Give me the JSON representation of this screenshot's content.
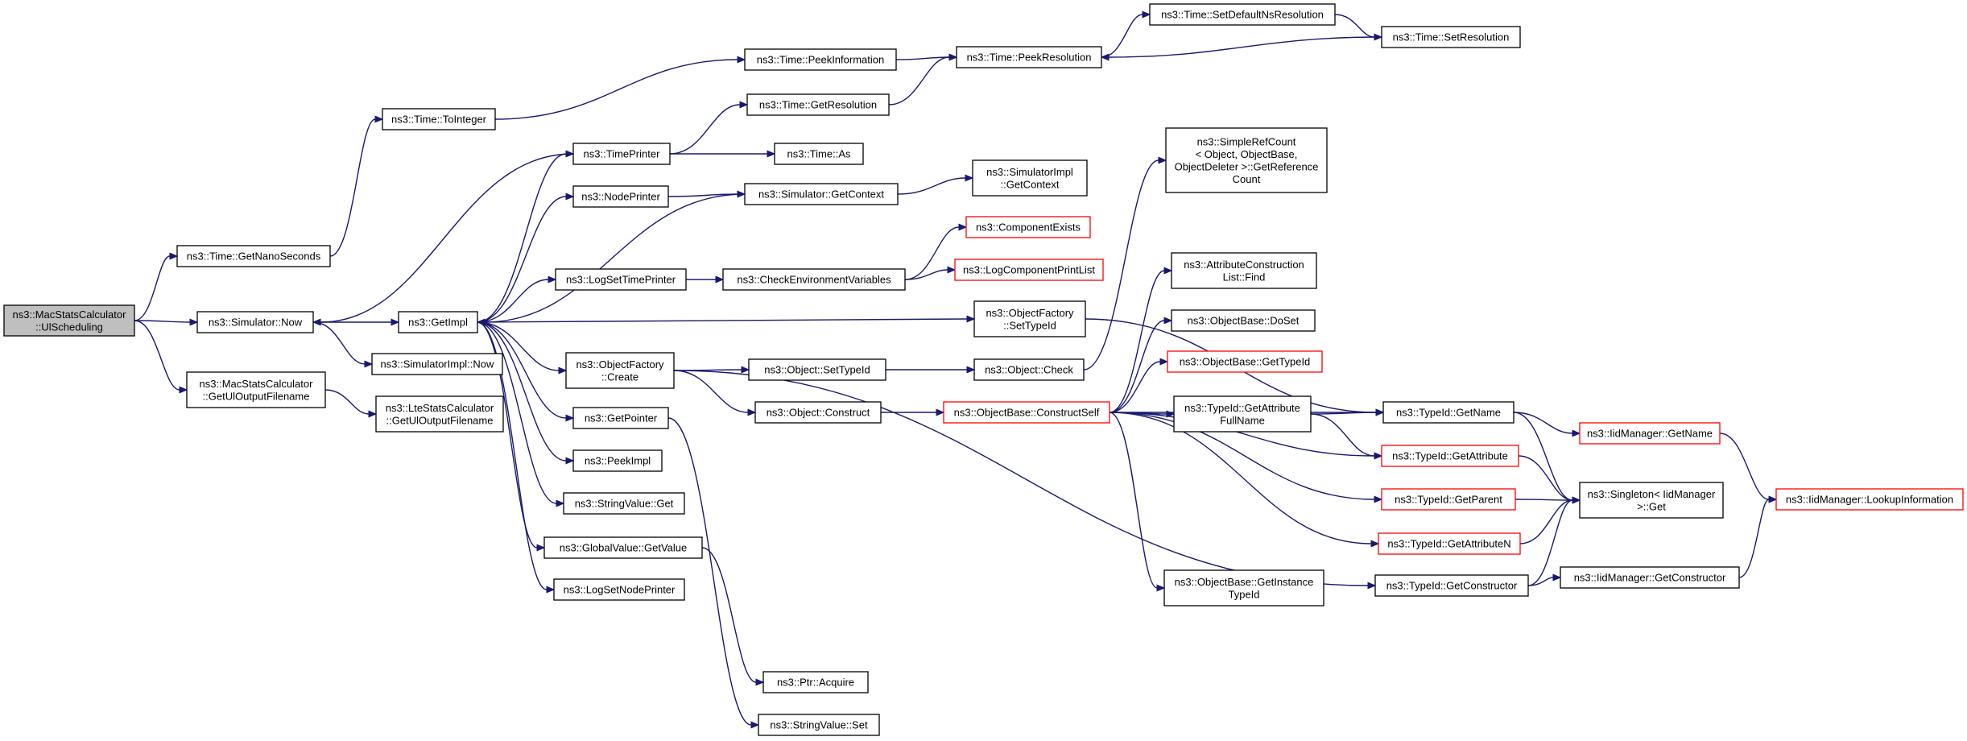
{
  "diagram": {
    "title": "",
    "colors": {
      "edge": "#191970",
      "node_border": "#000000",
      "node_border_highlight": "#ff0000",
      "root_fill": "#bfbfbf",
      "node_fill": "#ffffff"
    },
    "nodes": [
      {
        "id": "root",
        "lines": [
          "ns3::MacStatsCalculator",
          "::UlScheduling"
        ],
        "style": "root"
      },
      {
        "id": "getnano",
        "lines": [
          "ns3::Time::GetNanoSeconds"
        ],
        "style": "normal"
      },
      {
        "id": "simnow",
        "lines": [
          "ns3::Simulator::Now"
        ],
        "style": "normal"
      },
      {
        "id": "macgetul",
        "lines": [
          "ns3::MacStatsCalculator",
          "::GetUlOutputFilename"
        ],
        "style": "normal"
      },
      {
        "id": "toint",
        "lines": [
          "ns3::Time::ToInteger"
        ],
        "style": "normal"
      },
      {
        "id": "getimpl",
        "lines": [
          "ns3::GetImpl"
        ],
        "style": "normal"
      },
      {
        "id": "simimplnow",
        "lines": [
          "ns3::SimulatorImpl::Now"
        ],
        "style": "normal"
      },
      {
        "id": "ltegetul",
        "lines": [
          "ns3::LteStatsCalculator",
          "::GetUlOutputFilename"
        ],
        "style": "normal"
      },
      {
        "id": "peekinfo",
        "lines": [
          "ns3::Time::PeekInformation"
        ],
        "style": "normal"
      },
      {
        "id": "timeprinter",
        "lines": [
          "ns3::TimePrinter"
        ],
        "style": "normal"
      },
      {
        "id": "nodeprinter",
        "lines": [
          "ns3::NodePrinter"
        ],
        "style": "normal"
      },
      {
        "id": "logsettime",
        "lines": [
          "ns3::LogSetTimePrinter"
        ],
        "style": "normal"
      },
      {
        "id": "objfactcreate",
        "lines": [
          "ns3::ObjectFactory",
          "::Create"
        ],
        "style": "normal"
      },
      {
        "id": "getpointer",
        "lines": [
          "ns3::GetPointer"
        ],
        "style": "normal"
      },
      {
        "id": "peekimpl",
        "lines": [
          "ns3::PeekImpl"
        ],
        "style": "normal"
      },
      {
        "id": "strvalget",
        "lines": [
          "ns3::StringValue::Get"
        ],
        "style": "normal"
      },
      {
        "id": "globalget",
        "lines": [
          "ns3::GlobalValue::GetValue"
        ],
        "style": "normal"
      },
      {
        "id": "logsetnode",
        "lines": [
          "ns3::LogSetNodePrinter"
        ],
        "style": "normal"
      },
      {
        "id": "getres",
        "lines": [
          "ns3::Time::GetResolution"
        ],
        "style": "normal"
      },
      {
        "id": "timeas",
        "lines": [
          "ns3::Time::As"
        ],
        "style": "normal"
      },
      {
        "id": "simgetctx",
        "lines": [
          "ns3::Simulator::GetContext"
        ],
        "style": "normal"
      },
      {
        "id": "checkenv",
        "lines": [
          "ns3::CheckEnvironmentVariables"
        ],
        "style": "normal"
      },
      {
        "id": "objsettid",
        "lines": [
          "ns3::Object::SetTypeId"
        ],
        "style": "normal"
      },
      {
        "id": "objconstruct",
        "lines": [
          "ns3::Object::Construct"
        ],
        "style": "normal"
      },
      {
        "id": "ptracquire",
        "lines": [
          "ns3::Ptr::Acquire"
        ],
        "style": "normal"
      },
      {
        "id": "strvalset",
        "lines": [
          "ns3::StringValue::Set"
        ],
        "style": "normal"
      },
      {
        "id": "peekres",
        "lines": [
          "ns3::Time::PeekResolution"
        ],
        "style": "normal"
      },
      {
        "id": "simimplctx",
        "lines": [
          "ns3::SimulatorImpl",
          "::GetContext"
        ],
        "style": "normal"
      },
      {
        "id": "compexists",
        "lines": [
          "ns3::ComponentExists"
        ],
        "style": "red"
      },
      {
        "id": "logcompprint",
        "lines": [
          "ns3::LogComponentPrintList"
        ],
        "style": "red"
      },
      {
        "id": "objfactsettid",
        "lines": [
          "ns3::ObjectFactory",
          "::SetTypeId"
        ],
        "style": "normal"
      },
      {
        "id": "objcheck",
        "lines": [
          "ns3::Object::Check"
        ],
        "style": "normal"
      },
      {
        "id": "constructself",
        "lines": [
          "ns3::ObjectBase::ConstructSelf"
        ],
        "style": "red"
      },
      {
        "id": "setdefns",
        "lines": [
          "ns3::Time::SetDefaultNsResolution"
        ],
        "style": "normal"
      },
      {
        "id": "simplerefcount",
        "lines": [
          "ns3::SimpleRefCount",
          "< Object, ObjectBase,",
          "ObjectDeleter >::GetReference",
          "Count"
        ],
        "style": "normal"
      },
      {
        "id": "attrconstfind",
        "lines": [
          "ns3::AttributeConstruction",
          "List::Find"
        ],
        "style": "normal"
      },
      {
        "id": "objbasedoset",
        "lines": [
          "ns3::ObjectBase::DoSet"
        ],
        "style": "normal"
      },
      {
        "id": "objbasegettid",
        "lines": [
          "ns3::ObjectBase::GetTypeId"
        ],
        "style": "red"
      },
      {
        "id": "tidgetattrfull",
        "lines": [
          "ns3::TypeId::GetAttribute",
          "FullName"
        ],
        "style": "normal"
      },
      {
        "id": "objbasegetinst",
        "lines": [
          "ns3::ObjectBase::GetInstance",
          "TypeId"
        ],
        "style": "normal"
      },
      {
        "id": "setres",
        "lines": [
          "ns3::Time::SetResolution"
        ],
        "style": "normal"
      },
      {
        "id": "tidgetname",
        "lines": [
          "ns3::TypeId::GetName"
        ],
        "style": "normal"
      },
      {
        "id": "tidgetattr",
        "lines": [
          "ns3::TypeId::GetAttribute"
        ],
        "style": "red"
      },
      {
        "id": "tidgetparent",
        "lines": [
          "ns3::TypeId::GetParent"
        ],
        "style": "red"
      },
      {
        "id": "tidgetattrn",
        "lines": [
          "ns3::TypeId::GetAttributeN"
        ],
        "style": "red"
      },
      {
        "id": "tidgetconstructor",
        "lines": [
          "ns3::TypeId::GetConstructor"
        ],
        "style": "normal"
      },
      {
        "id": "iidgetname",
        "lines": [
          "ns3::IidManager::GetName"
        ],
        "style": "red"
      },
      {
        "id": "singletonget",
        "lines": [
          "ns3::Singleton< IidManager",
          ">::Get"
        ],
        "style": "normal"
      },
      {
        "id": "iidgetconstructor",
        "lines": [
          "ns3::IidManager::GetConstructor"
        ],
        "style": "normal"
      },
      {
        "id": "iidlookup",
        "lines": [
          "ns3::IidManager::LookupInformation"
        ],
        "style": "red"
      }
    ],
    "edges": [
      [
        "root",
        "getnano"
      ],
      [
        "root",
        "simnow"
      ],
      [
        "root",
        "macgetul"
      ],
      [
        "getnano",
        "toint"
      ],
      [
        "toint",
        "peekinfo"
      ],
      [
        "peekinfo",
        "peekres"
      ],
      [
        "getres",
        "peekres"
      ],
      [
        "peekres",
        "setdefns"
      ],
      [
        "setdefns",
        "setres"
      ],
      [
        "setres",
        "peekres"
      ],
      [
        "simnow",
        "getimpl"
      ],
      [
        "simnow",
        "simimplnow"
      ],
      [
        "macgetul",
        "ltegetul"
      ],
      [
        "getimpl",
        "timeprinter"
      ],
      [
        "getimpl",
        "nodeprinter"
      ],
      [
        "getimpl",
        "logsettime"
      ],
      [
        "getimpl",
        "objfactsettid"
      ],
      [
        "getimpl",
        "objfactcreate"
      ],
      [
        "getimpl",
        "getpointer"
      ],
      [
        "getimpl",
        "peekimpl"
      ],
      [
        "getimpl",
        "strvalget"
      ],
      [
        "getimpl",
        "globalget"
      ],
      [
        "getimpl",
        "logsetnode"
      ],
      [
        "timeprinter",
        "simnow"
      ],
      [
        "timeprinter",
        "getres"
      ],
      [
        "timeprinter",
        "timeas"
      ],
      [
        "nodeprinter",
        "simgetctx"
      ],
      [
        "simgetctx",
        "getimpl"
      ],
      [
        "simgetctx",
        "simimplctx"
      ],
      [
        "logsettime",
        "checkenv"
      ],
      [
        "checkenv",
        "compexists"
      ],
      [
        "checkenv",
        "logcompprint"
      ],
      [
        "objfactcreate",
        "objsettid"
      ],
      [
        "objfactcreate",
        "objconstruct"
      ],
      [
        "objfactcreate",
        "tidgetconstructor"
      ],
      [
        "objsettid",
        "objcheck"
      ],
      [
        "objcheck",
        "simplerefcount"
      ],
      [
        "objconstruct",
        "constructself"
      ],
      [
        "objfactsettid",
        "tidgetname"
      ],
      [
        "constructself",
        "attrconstfind"
      ],
      [
        "constructself",
        "objbasedoset"
      ],
      [
        "constructself",
        "objbasegettid"
      ],
      [
        "constructself",
        "tidgetattrfull"
      ],
      [
        "constructself",
        "tidgetattr"
      ],
      [
        "constructself",
        "tidgetparent"
      ],
      [
        "constructself",
        "tidgetattrn"
      ],
      [
        "constructself",
        "objbasegetinst"
      ],
      [
        "constructself",
        "tidgetname"
      ],
      [
        "tidgetattrfull",
        "tidgetname"
      ],
      [
        "tidgetattrfull",
        "tidgetattr"
      ],
      [
        "tidgetname",
        "iidgetname"
      ],
      [
        "tidgetname",
        "singletonget"
      ],
      [
        "tidgetattr",
        "singletonget"
      ],
      [
        "tidgetparent",
        "singletonget"
      ],
      [
        "tidgetattrn",
        "singletonget"
      ],
      [
        "tidgetconstructor",
        "singletonget"
      ],
      [
        "tidgetconstructor",
        "iidgetconstructor"
      ],
      [
        "iidgetname",
        "iidlookup"
      ],
      [
        "iidgetconstructor",
        "iidlookup"
      ],
      [
        "getpointer",
        "strvalset"
      ],
      [
        "globalget",
        "ptracquire"
      ]
    ]
  }
}
